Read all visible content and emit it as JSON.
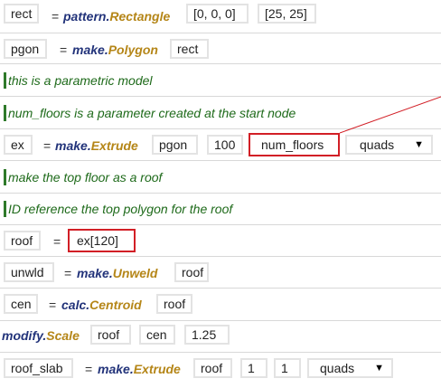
{
  "rows": {
    "r1": {
      "var": "rect",
      "eq": "=",
      "module": "pattern",
      "func": "Rectangle",
      "args": [
        "[0, 0, 0]",
        "[25, 25]"
      ]
    },
    "r2": {
      "var": "pgon",
      "eq": "=",
      "module": "make",
      "func": "Polygon",
      "args": [
        "rect"
      ]
    },
    "r3": {
      "comment": "this is a parametric model"
    },
    "r4": {
      "comment": "num_floors is a parameter created at the start node"
    },
    "r5": {
      "var": "ex",
      "eq": "=",
      "module": "make",
      "func": "Extrude",
      "args": [
        "pgon",
        "100",
        "num_floors"
      ],
      "select": "quads"
    },
    "r6": {
      "comment": "make the top floor as a roof"
    },
    "r7": {
      "comment": "ID reference the top polygon for the roof"
    },
    "r8": {
      "var": "roof",
      "eq": "=",
      "value": "ex[120]"
    },
    "r9": {
      "var": "unwld",
      "eq": "=",
      "module": "make",
      "func": "Unweld",
      "args": [
        "roof"
      ]
    },
    "r10": {
      "var": "cen",
      "eq": "=",
      "module": "calc",
      "func": "Centroid",
      "args": [
        "roof"
      ]
    },
    "r11": {
      "module": "modify",
      "func": "Scale",
      "args": [
        "roof",
        "cen",
        "1.25"
      ]
    },
    "r12": {
      "var": "roof_slab",
      "eq": "=",
      "module": "make",
      "func": "Extrude",
      "args": [
        "roof",
        "1",
        "1"
      ],
      "select": "quads"
    }
  },
  "dot": ".",
  "colors": {
    "highlight": "#d21f26",
    "comment": "#1e6a1a",
    "module": "#22337a",
    "func": "#b58618"
  }
}
